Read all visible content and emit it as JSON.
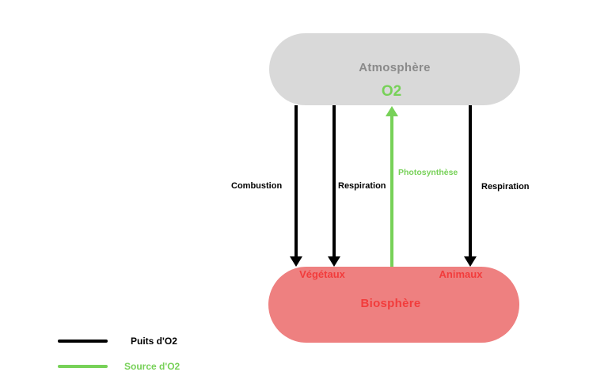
{
  "colors": {
    "background": "#ffffff",
    "atmosphere_fill": "#d9d9d9",
    "atmosphere_text": "#8a8a8a",
    "biosphere_fill": "#ee8080",
    "biosphere_text": "#f23c3c",
    "sink": "#000000",
    "source": "#77d158"
  },
  "nodes": {
    "atmosphere": {
      "label": "Atmosphère",
      "molecule": "O2"
    },
    "biosphere": {
      "label": "Biosphère",
      "plants_label": "Végétaux",
      "animals_label": "Animaux"
    }
  },
  "flows": [
    {
      "label": "Combustion",
      "direction": "down",
      "type": "sink",
      "from": "Biosphère",
      "to": "Atmosphère"
    },
    {
      "label": "Respiration",
      "direction": "down",
      "type": "sink",
      "from": "Atmosphère",
      "to": "Végétaux"
    },
    {
      "label": "Photosynthèse",
      "direction": "up",
      "type": "source",
      "from": "Végétaux",
      "to": "Atmosphère"
    },
    {
      "label": "Respiration",
      "direction": "down",
      "type": "sink",
      "from": "Atmosphère",
      "to": "Animaux"
    }
  ],
  "legend": [
    {
      "label": "Puits d'O2",
      "type": "sink",
      "color": "#000000"
    },
    {
      "label": "Source d'O2",
      "type": "source",
      "color": "#77d158"
    }
  ]
}
